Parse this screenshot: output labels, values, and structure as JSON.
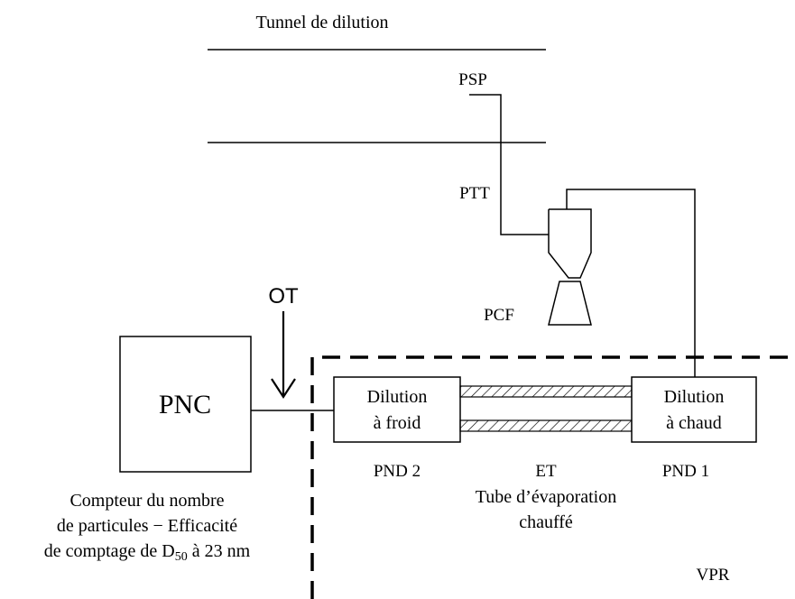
{
  "tunnel": {
    "label": "Tunnel de dilution"
  },
  "probes": {
    "psp": "PSP",
    "ptt": "PTT",
    "pcf": "PCF"
  },
  "outlet_tube": {
    "label": "OT"
  },
  "pnc": {
    "box_label": "PNC",
    "caption_line1": "Compteur du nombre",
    "caption_line2": "de particules − Efficacité",
    "caption_line3_prefix": "de comptage de D",
    "caption_line3_sub": "50",
    "caption_line3_suffix": " à 23 nm"
  },
  "cold_dilution": {
    "line1": "Dilution",
    "line2": "à froid",
    "caption": "PND 2"
  },
  "hot_dilution": {
    "line1": "Dilution",
    "line2": "à chaud",
    "caption": "PND 1"
  },
  "evaporation_tube": {
    "caption_code": "ET",
    "caption_line1": "Tube d’évaporation",
    "caption_line2": "chauffé"
  },
  "vpr": {
    "label": "VPR"
  }
}
